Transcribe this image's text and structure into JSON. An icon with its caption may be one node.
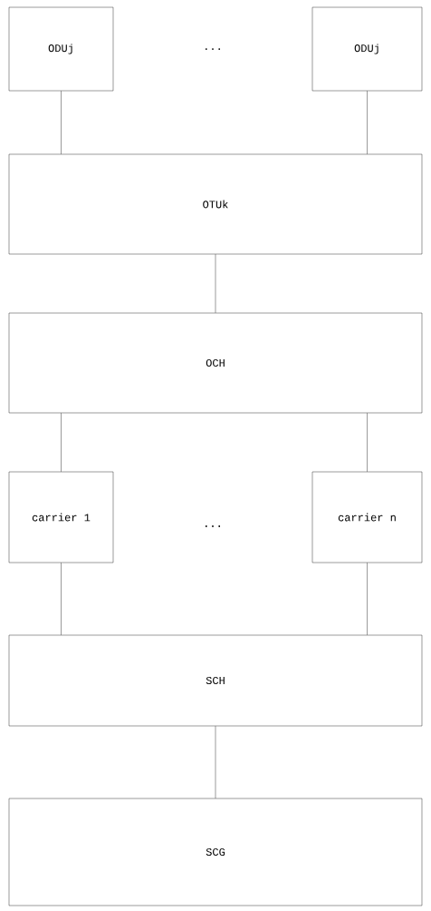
{
  "diagram": {
    "nodes": [
      {
        "text": [
          "ODUj"
        ]
      },
      {
        "text": [
          "ODUj"
        ]
      },
      {
        "text": [
          "OTUk"
        ]
      },
      {
        "text": [
          "OCH"
        ]
      },
      {
        "text": [
          "carrier 1"
        ]
      },
      {
        "text": [
          "carrier n"
        ]
      },
      {
        "text": [
          "SCH"
        ]
      },
      {
        "text": [
          "SCG"
        ]
      }
    ],
    "edges": [
      {
        "from": 0,
        "to": 2,
        "arrow": "none"
      },
      {
        "from": 1,
        "to": 2,
        "arrow": "none"
      },
      {
        "from": 2,
        "to": 3,
        "arrow": "none"
      },
      {
        "from": 3,
        "to": 4,
        "arrow": "none"
      },
      {
        "from": 3,
        "to": 5,
        "arrow": "none"
      },
      {
        "from": 4,
        "to": 6,
        "arrow": "none"
      },
      {
        "from": 5,
        "to": 6,
        "arrow": "none"
      },
      {
        "from": 6,
        "to": 7,
        "arrow": "none"
      }
    ],
    "labels": [
      "...",
      "..."
    ]
  }
}
